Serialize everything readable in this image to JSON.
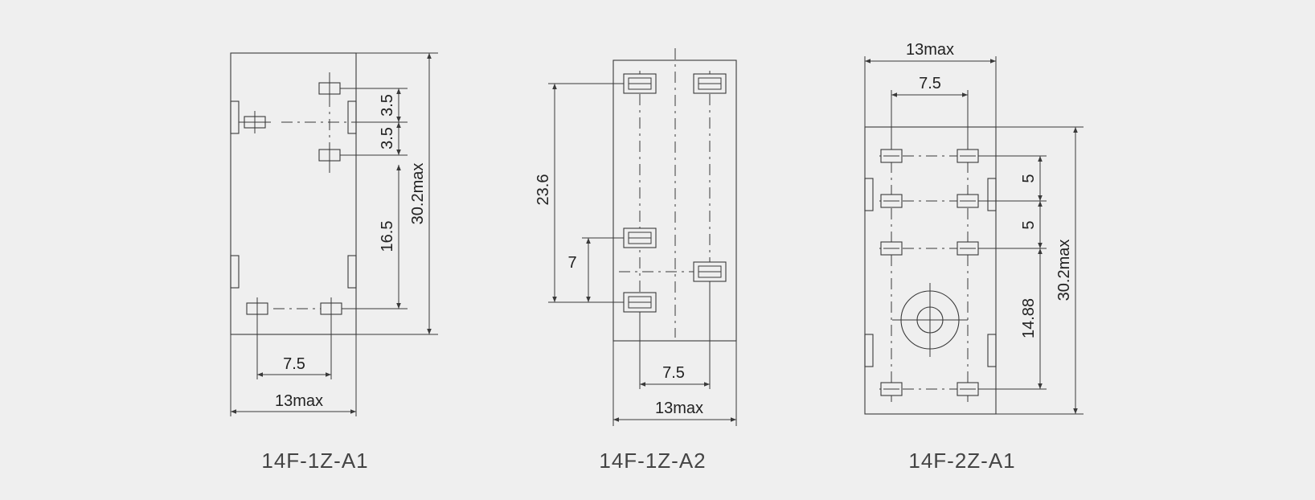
{
  "diagrams": [
    {
      "caption": "14F-1Z-A1",
      "dims": {
        "top_pitch": "3.5",
        "mid_pitch": "3.5",
        "vertical_gap": "16.5",
        "height": "30.2max",
        "pin_pitch": "7.5",
        "width": "13max"
      }
    },
    {
      "caption": "14F-1Z-A2",
      "dims": {
        "height_span": "23.6",
        "small_gap": "7",
        "pin_pitch": "7.5",
        "width": "13max"
      }
    },
    {
      "caption": "14F-2Z-A1",
      "dims": {
        "width": "13max",
        "pin_pitch": "7.5",
        "row_gap_1": "5",
        "row_gap_2": "5",
        "bottom_gap": "14.88",
        "height": "30.2max"
      }
    }
  ]
}
